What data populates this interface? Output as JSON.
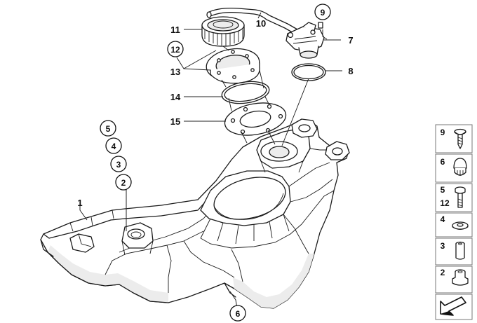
{
  "diagram": {
    "callouts": [
      {
        "id": "c1",
        "label": "1",
        "circled": false
      },
      {
        "id": "c2",
        "label": "2",
        "circled": true
      },
      {
        "id": "c3",
        "label": "3",
        "circled": true
      },
      {
        "id": "c4",
        "label": "4",
        "circled": true
      },
      {
        "id": "c5",
        "label": "5",
        "circled": true
      },
      {
        "id": "c6",
        "label": "6",
        "circled": true
      },
      {
        "id": "c7",
        "label": "7",
        "circled": false
      },
      {
        "id": "c8",
        "label": "8",
        "circled": false
      },
      {
        "id": "c9",
        "label": "9",
        "circled": true
      },
      {
        "id": "c10",
        "label": "10",
        "circled": false
      },
      {
        "id": "c11",
        "label": "11",
        "circled": false
      },
      {
        "id": "c12",
        "label": "12",
        "circled": true
      },
      {
        "id": "c13",
        "label": "13",
        "circled": false
      },
      {
        "id": "c14",
        "label": "14",
        "circled": false
      },
      {
        "id": "c15",
        "label": "15",
        "circled": false
      }
    ]
  },
  "legend": {
    "cells": [
      {
        "labels": [
          "9"
        ],
        "icon": "tapping-screw-icon"
      },
      {
        "labels": [
          "6"
        ],
        "icon": "expanding-rivet-icon"
      },
      {
        "labels": [
          "5",
          "12"
        ],
        "icon": "hex-bolt-icon"
      },
      {
        "labels": [
          "4"
        ],
        "icon": "washer-icon"
      },
      {
        "labels": [
          "3"
        ],
        "icon": "sleeve-icon"
      },
      {
        "labels": [
          "2"
        ],
        "icon": "grommet-icon"
      },
      {
        "labels": [],
        "icon": "direction-arrow-icon"
      }
    ]
  }
}
